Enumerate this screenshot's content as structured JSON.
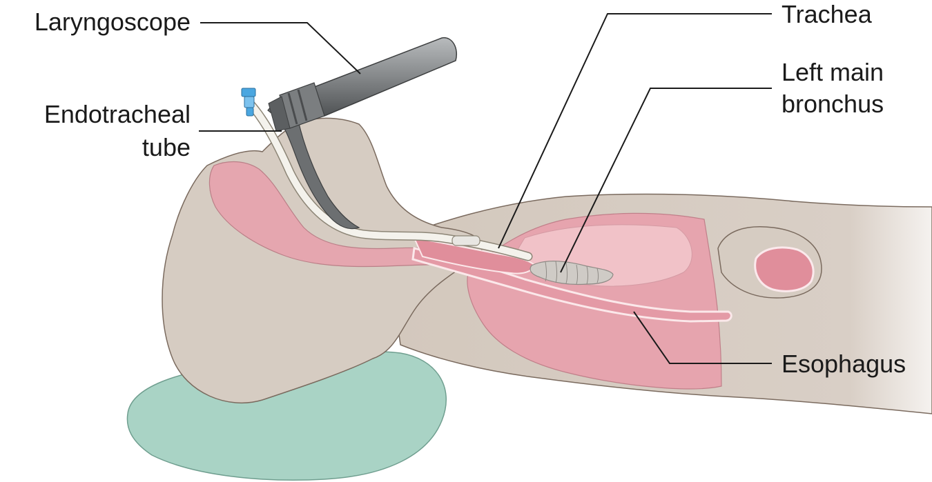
{
  "labels": {
    "laryngoscope": "Laryngoscope",
    "endotracheal_line1": "Endotracheal",
    "endotracheal_line2": "tube",
    "trachea": "Trachea",
    "left_main_line1": "Left main",
    "left_main_line2": "bronchus",
    "esophagus": "Esophagus"
  },
  "colors": {
    "skin": "#d6ccc2",
    "skin_outline": "#7a6a5e",
    "tissue_pink": "#e6a4ae",
    "tissue_light": "#f1c2c8",
    "pillow": "#a9d3c5",
    "laryngoscope_metal": "#7b7e80",
    "tube_white": "#f4f2ec",
    "connector_blue": "#4aa6e0",
    "leader_line": "#1a1a1a"
  }
}
